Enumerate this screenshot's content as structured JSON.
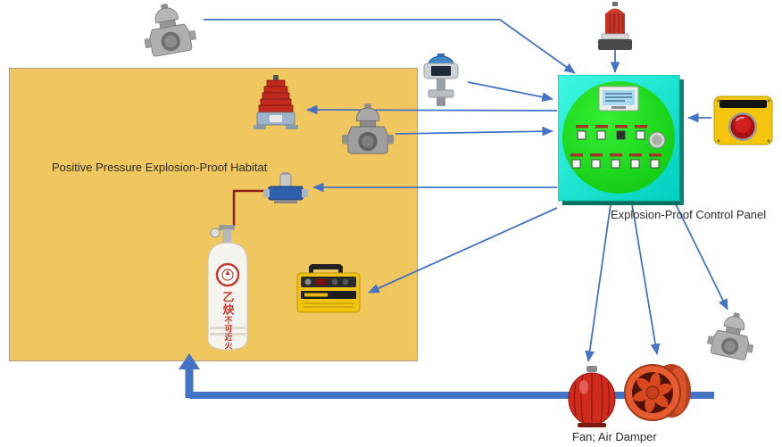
{
  "diagram": {
    "labels": {
      "habitat": "Positive Pressure Explosion-Proof Habitat",
      "control_panel": "Explosion-Proof Control Panel",
      "fan": "Fan; Air Damper"
    },
    "cylinder": {
      "gas_name": "乙炔",
      "warning": "不可近火"
    },
    "colors": {
      "habitat_fill": "#F0C75E",
      "connector_blue": "#4472C4",
      "panel_square_cyan": "#00D8C4",
      "panel_circle_green": "#0BC40B",
      "estop_body_yellow": "#F3C60D",
      "estop_button_red": "#CF1F1F",
      "welder_yellow": "#F2C40E",
      "fan_orange": "#E65C2E",
      "beacon_red": "#CF2B1E",
      "hose_red": "#8B1D15"
    },
    "components": [
      {
        "id": "gas-detector-top",
        "type": "gas-detector"
      },
      {
        "id": "pressure-transmitter",
        "type": "pressure-transmitter"
      },
      {
        "id": "warning-beacon-top",
        "type": "warning-beacon"
      },
      {
        "id": "explosion-proof-control-panel",
        "type": "control-panel"
      },
      {
        "id": "emergency-stop-button",
        "type": "emergency-stop"
      },
      {
        "id": "tower-warning-light",
        "type": "stack-light"
      },
      {
        "id": "gas-detector-habitat",
        "type": "gas-detector"
      },
      {
        "id": "solenoid-valve",
        "type": "solenoid-valve"
      },
      {
        "id": "acetylene-cylinder",
        "type": "gas-cylinder"
      },
      {
        "id": "welding-machine",
        "type": "welder"
      },
      {
        "id": "alarm-beacon-bottom",
        "type": "warning-beacon"
      },
      {
        "id": "axial-fan",
        "type": "fan"
      },
      {
        "id": "gas-detector-bottom",
        "type": "gas-detector"
      }
    ],
    "connections": [
      {
        "from": "gas-detector-top",
        "to": "explosion-proof-control-panel"
      },
      {
        "from": "warning-beacon-top",
        "to": "explosion-proof-control-panel"
      },
      {
        "from": "pressure-transmitter",
        "to": "explosion-proof-control-panel"
      },
      {
        "from": "explosion-proof-control-panel",
        "to": "tower-warning-light"
      },
      {
        "from": "gas-detector-habitat",
        "to": "explosion-proof-control-panel"
      },
      {
        "from": "explosion-proof-control-panel",
        "to": "solenoid-valve"
      },
      {
        "from": "explosion-proof-control-panel",
        "to": "welding-machine"
      },
      {
        "from": "explosion-proof-control-panel",
        "to": "alarm-beacon-bottom"
      },
      {
        "from": "explosion-proof-control-panel",
        "to": "axial-fan"
      },
      {
        "from": "explosion-proof-control-panel",
        "to": "gas-detector-bottom"
      },
      {
        "from": "emergency-stop-button",
        "to": "explosion-proof-control-panel"
      },
      {
        "from": "air-duct",
        "to": "habitat"
      }
    ]
  }
}
